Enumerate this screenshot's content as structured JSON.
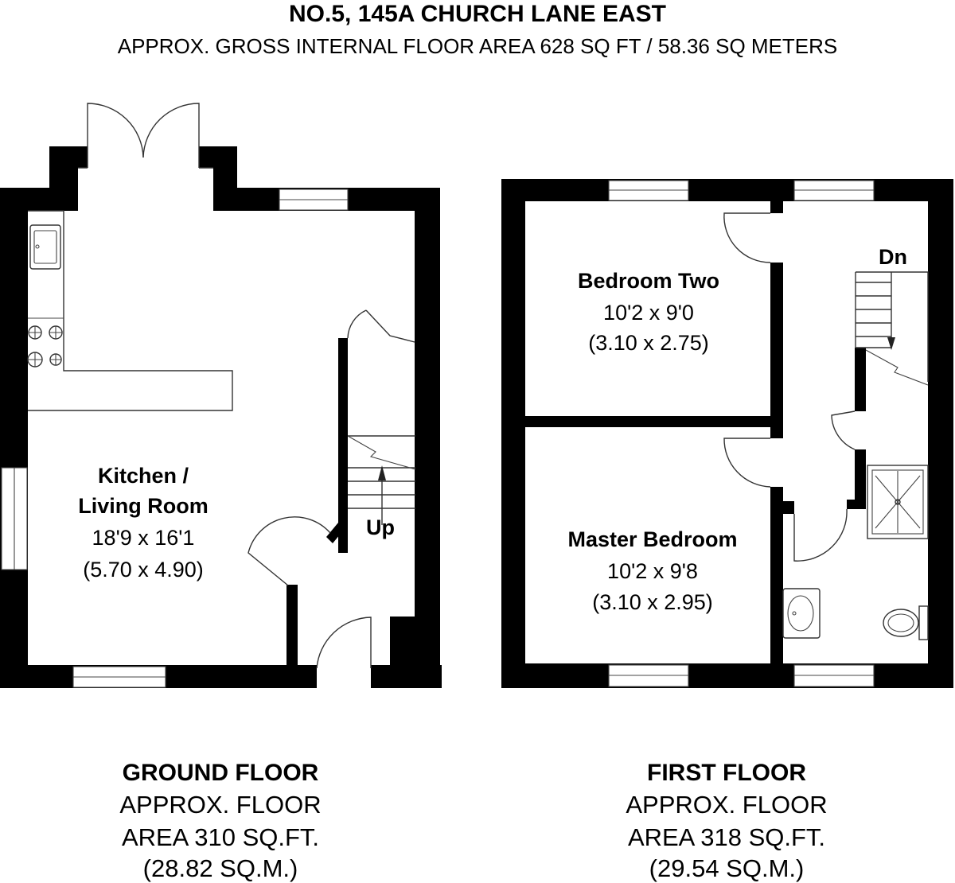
{
  "header": {
    "title": "NO.5, 145A CHURCH LANE EAST",
    "subtitle": "APPROX. GROSS INTERNAL FLOOR AREA 628 SQ FT / 58.36 SQ METERS"
  },
  "rooms": {
    "kitchen": {
      "name_line1": "Kitchen /",
      "name_line2": "Living Room",
      "imperial": "18'9 x 16'1",
      "metric": "(5.70 x 4.90)"
    },
    "bedroom_two": {
      "name": "Bedroom Two",
      "imperial": "10'2 x 9'0",
      "metric": "(3.10 x 2.75)"
    },
    "master_bedroom": {
      "name": "Master Bedroom",
      "imperial": "10'2 x 9'8",
      "metric": "(3.10 x 2.95)"
    }
  },
  "stairs": {
    "up_label": "Up",
    "down_label": "Dn"
  },
  "floors": {
    "ground": {
      "name": "GROUND FLOOR",
      "line1": "APPROX. FLOOR",
      "line2": "AREA 310 SQ.FT.",
      "line3": "(28.82 SQ.M.)"
    },
    "first": {
      "name": "FIRST FLOOR",
      "line1": "APPROX. FLOOR",
      "line2": "AREA 318 SQ.FT.",
      "line3": "(29.54 SQ.M.)"
    }
  },
  "symbols": {
    "sink": "sink-icon",
    "hob": "hob-icon",
    "shower": "shower-icon",
    "basin": "basin-icon",
    "toilet": "toilet-icon",
    "door": "door-swing-icon",
    "window": "window-icon"
  },
  "colors": {
    "wall": "#000000",
    "background": "#ffffff",
    "text": "#111111"
  }
}
